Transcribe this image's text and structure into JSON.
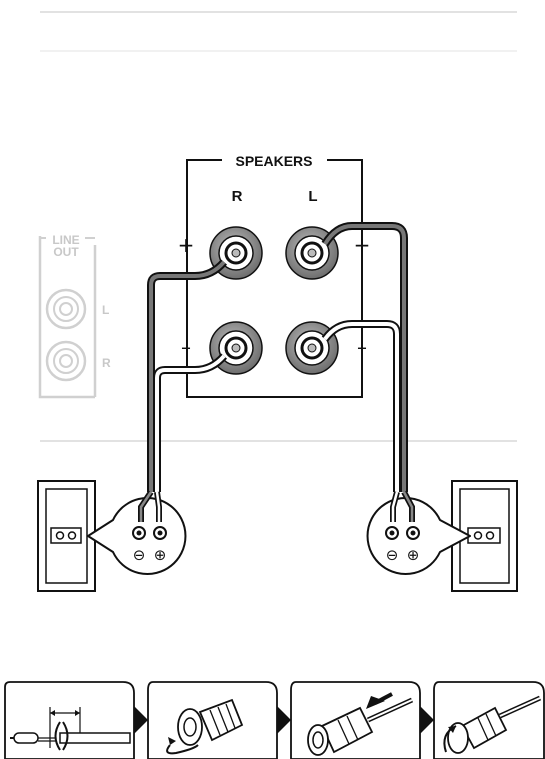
{
  "diagram": {
    "speakers_title": "SPEAKERS",
    "channel_right": "R",
    "channel_left": "L",
    "line_out_top": "LINE",
    "line_out_bottom": "OUT",
    "line_out_left_label": "L",
    "line_out_right_label": "R",
    "plus_symbol": "+",
    "minus_symbol": "–",
    "speaker_minus": "⊖",
    "speaker_plus": "⊕"
  },
  "colors": {
    "line": "#111111",
    "divider": "#d9d9d9",
    "faded": "#cfcfcf",
    "terminal_ring": "#8a8a8a"
  }
}
